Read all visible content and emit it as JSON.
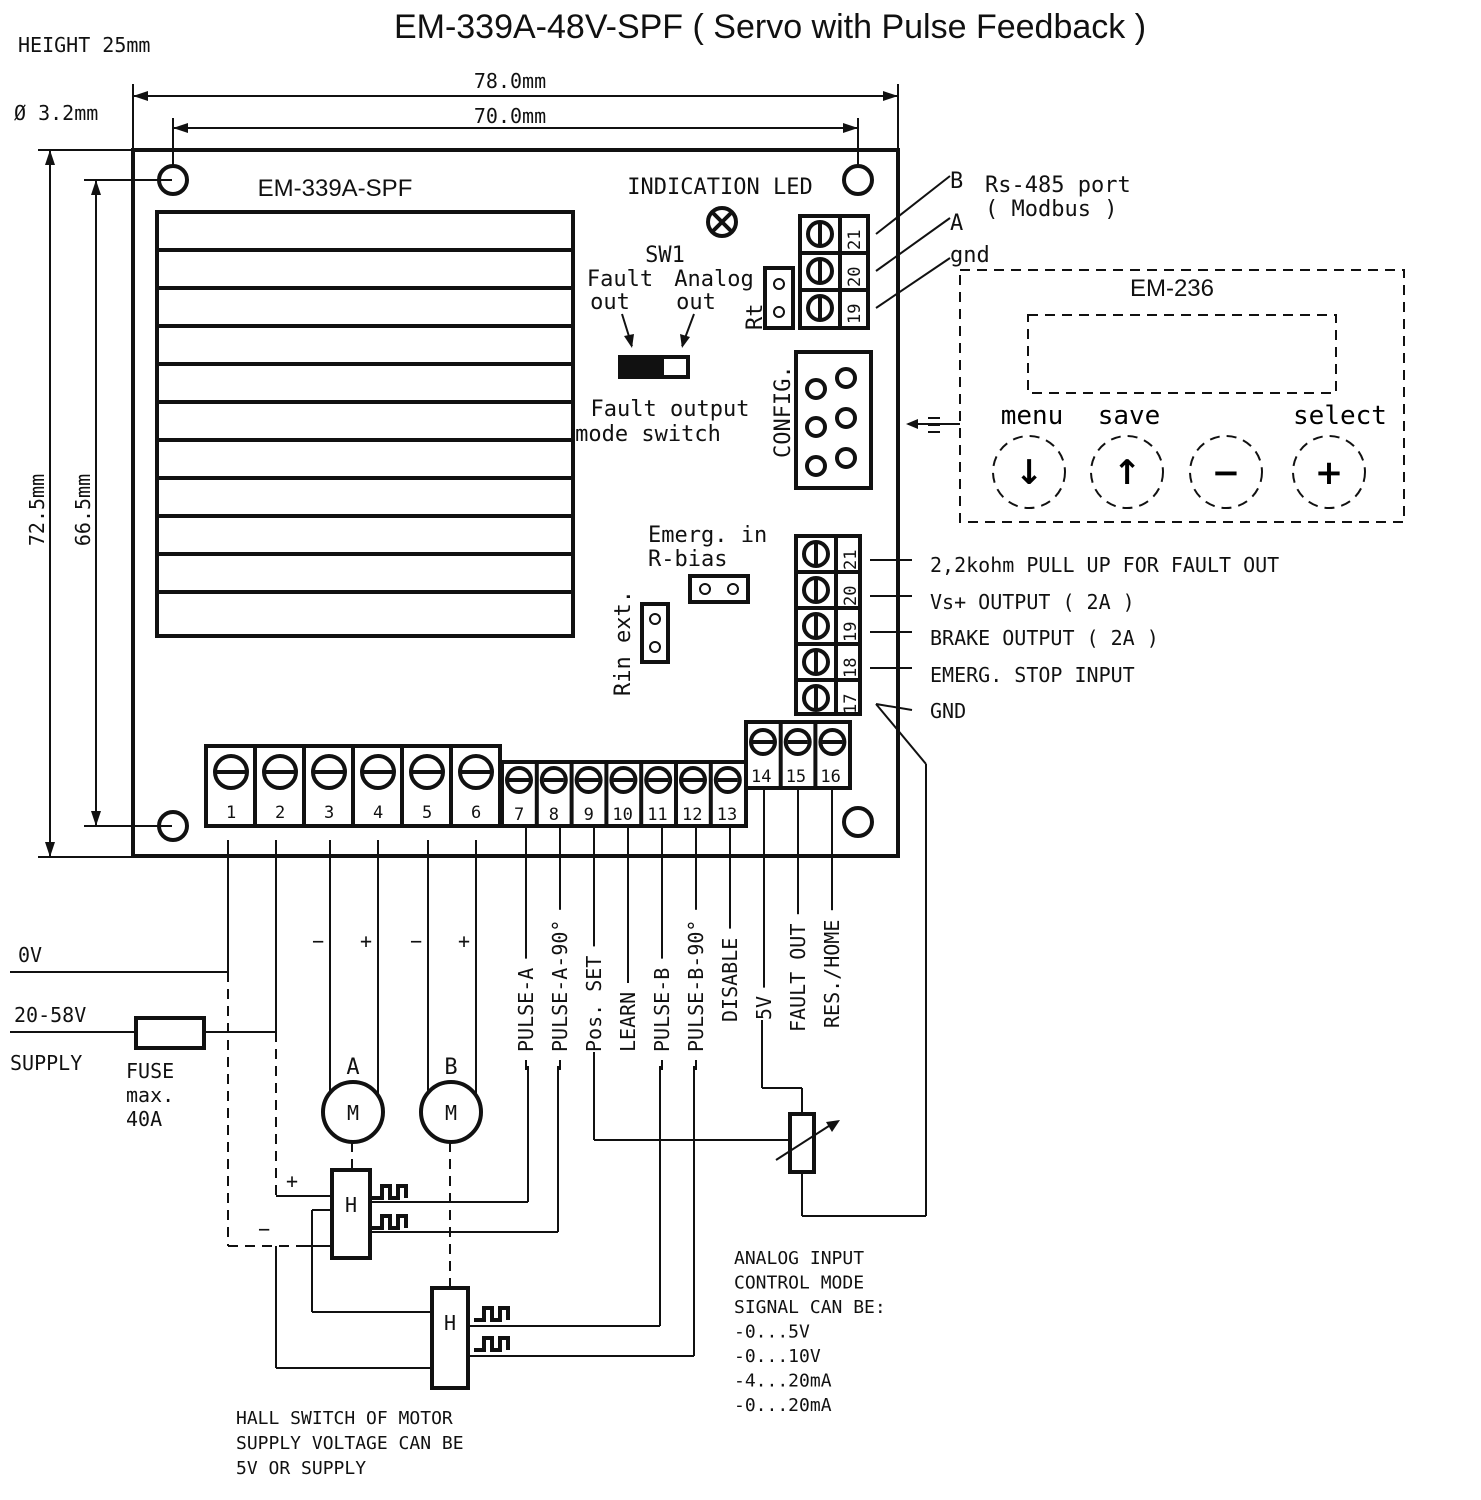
{
  "title": "EM-339A-48V-SPF  ( Servo with Pulse Feedback )",
  "board_name": "EM-339A-SPF",
  "dimensions": {
    "height": "HEIGHT 25mm",
    "hole": "Ø 3.2mm",
    "width_outer": "78.0mm",
    "width_inner": "70.0mm",
    "height_outer": "72.5mm",
    "height_inner": "66.5mm"
  },
  "indication_led": "INDICATION LED",
  "sw1": {
    "name": "SW1",
    "fault_out": [
      "Fault",
      "out"
    ],
    "analog_out": [
      "Analog",
      "out"
    ],
    "caption": [
      "Fault output",
      "mode switch"
    ]
  },
  "rt_label": "Rt",
  "config_label": "CONFIG.",
  "rs485": {
    "title": [
      "Rs-485 port",
      "( Modbus )"
    ],
    "lines": [
      "B",
      "A",
      "gnd"
    ],
    "pins": [
      "21",
      "20",
      "19"
    ]
  },
  "em236": {
    "name": "EM-236",
    "buttons": [
      {
        "label": "menu",
        "symbol": "↓"
      },
      {
        "label": "save",
        "symbol": "↑"
      },
      {
        "label": "",
        "symbol": "−"
      },
      {
        "label": "select",
        "symbol": "+"
      }
    ]
  },
  "emerg_in": [
    "Emerg. in",
    "R-bias"
  ],
  "rin_ext": "Rin ext.",
  "right_terminals": [
    {
      "pin": "21",
      "desc": "2,2kohm PULL UP FOR FAULT OUT"
    },
    {
      "pin": "20",
      "desc": "Vs+ OUTPUT  ( 2A )"
    },
    {
      "pin": "19",
      "desc": "BRAKE OUTPUT  ( 2A )"
    },
    {
      "pin": "18",
      "desc": "EMERG. STOP INPUT"
    },
    {
      "pin": "17",
      "desc": "GND"
    }
  ],
  "power_terminals": [
    "1",
    "2",
    "3",
    "4",
    "5",
    "6"
  ],
  "signal_terminals": [
    "7",
    "8",
    "9",
    "10",
    "11",
    "12",
    "13"
  ],
  "aux_terminals": [
    "14",
    "15",
    "16"
  ],
  "signal_labels": [
    "PULSE-A",
    "PULSE-A-90°",
    "Pos. SET",
    "LEARN",
    "PULSE-B",
    "PULSE-B-90°",
    "DISABLE",
    "5V",
    "FAULT OUT",
    "RES./HOME"
  ],
  "motor_polarity": [
    "−",
    "+",
    "−",
    "+"
  ],
  "motors": [
    {
      "name": "A",
      "symbol": "M"
    },
    {
      "name": "B",
      "symbol": "M"
    }
  ],
  "hall_symbol": "H",
  "supply": {
    "zero_v": "0V",
    "voltage": "20-58V",
    "label": "SUPPLY",
    "fuse": [
      "FUSE",
      "max.",
      "40A"
    ],
    "plus": "+",
    "minus": "−"
  },
  "analog_note": [
    "ANALOG INPUT",
    "CONTROL MODE",
    "SIGNAL CAN BE:",
    "-0...5V",
    "-0...10V",
    "-4...20mA",
    "-0...20mA"
  ],
  "hall_note": [
    "HALL SWITCH OF MOTOR",
    "SUPPLY VOLTAGE CAN BE",
    "5V OR SUPPLY"
  ]
}
